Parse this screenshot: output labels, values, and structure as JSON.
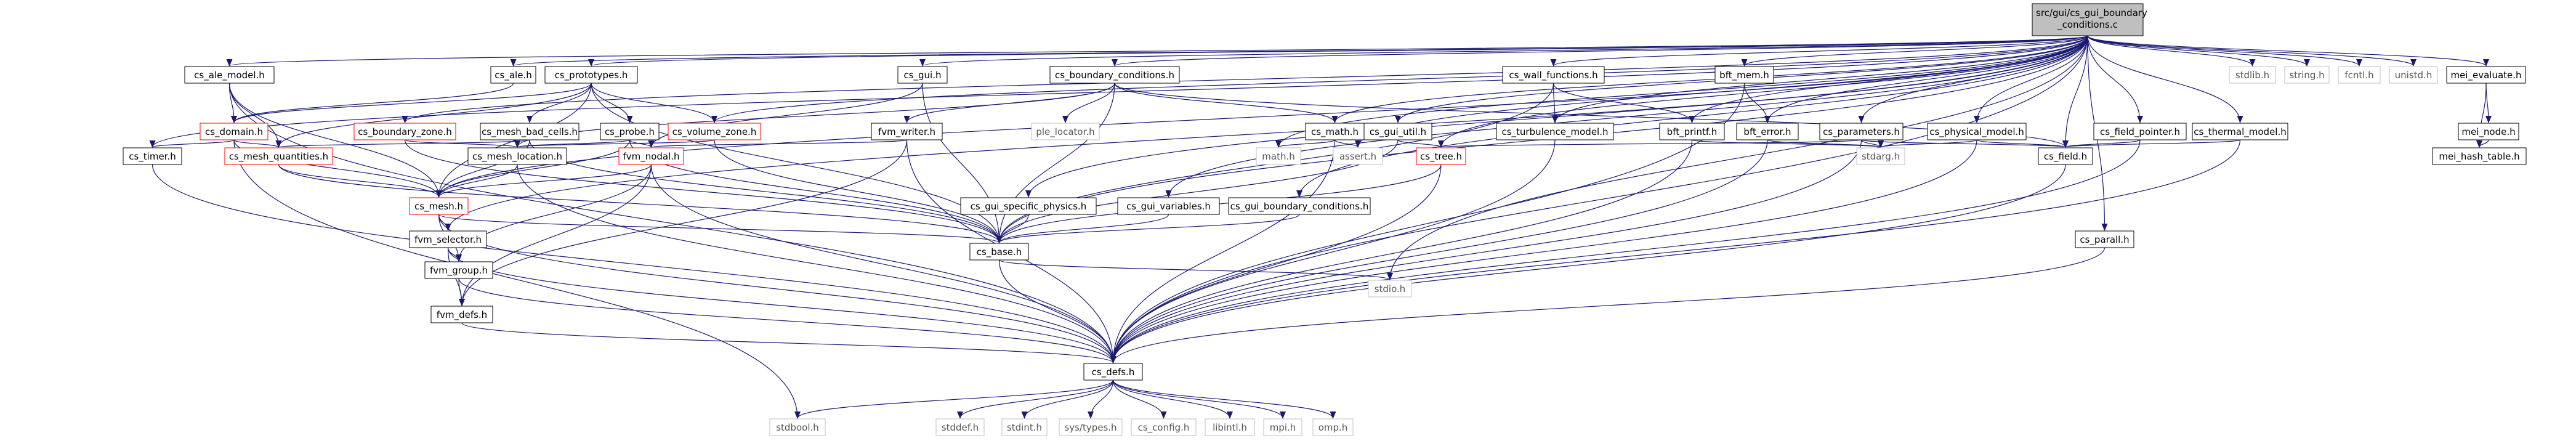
{
  "colors": {
    "edge": "#191970",
    "node_border": "#000000",
    "node_border_red": "#ff0000",
    "node_border_gray": "#bfbfbf",
    "node_fill": "#ffffff",
    "root_fill": "#bfbfbf"
  },
  "root": {
    "id": "root",
    "lines": [
      "src/gui/cs_gui_boundary",
      "_conditions.c"
    ]
  },
  "nodes": [
    {
      "id": "cs_ale_model",
      "label": "cs_ale_model.h",
      "style": "black"
    },
    {
      "id": "cs_ale",
      "label": "cs_ale.h",
      "style": "black"
    },
    {
      "id": "cs_prototypes",
      "label": "cs_prototypes.h",
      "style": "black"
    },
    {
      "id": "cs_gui",
      "label": "cs_gui.h",
      "style": "black"
    },
    {
      "id": "cs_boundary_conditions",
      "label": "cs_boundary_conditions.h",
      "style": "black"
    },
    {
      "id": "cs_wall_functions",
      "label": "cs_wall_functions.h",
      "style": "black"
    },
    {
      "id": "bft_mem",
      "label": "bft_mem.h",
      "style": "black"
    },
    {
      "id": "stdlib",
      "label": "stdlib.h",
      "style": "gray"
    },
    {
      "id": "string",
      "label": "string.h",
      "style": "gray"
    },
    {
      "id": "fcntl",
      "label": "fcntl.h",
      "style": "gray"
    },
    {
      "id": "unistd",
      "label": "unistd.h",
      "style": "gray"
    },
    {
      "id": "mei_evaluate",
      "label": "mei_evaluate.h",
      "style": "black"
    },
    {
      "id": "cs_domain",
      "label": "cs_domain.h",
      "style": "red"
    },
    {
      "id": "cs_boundary_zone",
      "label": "cs_boundary_zone.h",
      "style": "red"
    },
    {
      "id": "cs_mesh_bad_cells",
      "label": "cs_mesh_bad_cells.h",
      "style": "black"
    },
    {
      "id": "cs_probe",
      "label": "cs_probe.h",
      "style": "black"
    },
    {
      "id": "cs_volume_zone",
      "label": "cs_volume_zone.h",
      "style": "red"
    },
    {
      "id": "fvm_writer",
      "label": "fvm_writer.h",
      "style": "black"
    },
    {
      "id": "ple_locator",
      "label": "ple_locator.h",
      "style": "gray"
    },
    {
      "id": "cs_math",
      "label": "cs_math.h",
      "style": "black"
    },
    {
      "id": "cs_gui_util",
      "label": "cs_gui_util.h",
      "style": "black"
    },
    {
      "id": "cs_turbulence_model",
      "label": "cs_turbulence_model.h",
      "style": "black"
    },
    {
      "id": "bft_printf",
      "label": "bft_printf.h",
      "style": "black"
    },
    {
      "id": "bft_error",
      "label": "bft_error.h",
      "style": "black"
    },
    {
      "id": "cs_parameters",
      "label": "cs_parameters.h",
      "style": "black"
    },
    {
      "id": "cs_physical_model",
      "label": "cs_physical_model.h",
      "style": "black"
    },
    {
      "id": "cs_field_pointer",
      "label": "cs_field_pointer.h",
      "style": "black"
    },
    {
      "id": "cs_thermal_model",
      "label": "cs_thermal_model.h",
      "style": "black"
    },
    {
      "id": "mei_node",
      "label": "mei_node.h",
      "style": "black"
    },
    {
      "id": "mei_hash_table",
      "label": "mei_hash_table.h",
      "style": "black"
    },
    {
      "id": "cs_timer",
      "label": "cs_timer.h",
      "style": "black"
    },
    {
      "id": "cs_mesh_quantities",
      "label": "cs_mesh_quantities.h",
      "style": "red"
    },
    {
      "id": "cs_mesh_location",
      "label": "cs_mesh_location.h",
      "style": "black"
    },
    {
      "id": "fvm_nodal",
      "label": "fvm_nodal.h",
      "style": "red"
    },
    {
      "id": "math",
      "label": "math.h",
      "style": "gray"
    },
    {
      "id": "assert",
      "label": "assert.h",
      "style": "gray"
    },
    {
      "id": "cs_tree",
      "label": "cs_tree.h",
      "style": "red"
    },
    {
      "id": "stdarg",
      "label": "stdarg.h",
      "style": "gray"
    },
    {
      "id": "cs_field",
      "label": "cs_field.h",
      "style": "black"
    },
    {
      "id": "cs_mesh",
      "label": "cs_mesh.h",
      "style": "red"
    },
    {
      "id": "cs_gui_specific_physics",
      "label": "cs_gui_specific_physics.h",
      "style": "black"
    },
    {
      "id": "cs_gui_variables",
      "label": "cs_gui_variables.h",
      "style": "black"
    },
    {
      "id": "cs_gui_boundary_conditions",
      "label": "cs_gui_boundary_conditions.h",
      "style": "black"
    },
    {
      "id": "fvm_selector",
      "label": "fvm_selector.h",
      "style": "black"
    },
    {
      "id": "cs_base",
      "label": "cs_base.h",
      "style": "black"
    },
    {
      "id": "cs_parall",
      "label": "cs_parall.h",
      "style": "black"
    },
    {
      "id": "fvm_group",
      "label": "fvm_group.h",
      "style": "black"
    },
    {
      "id": "stdio",
      "label": "stdio.h",
      "style": "gray"
    },
    {
      "id": "fvm_defs",
      "label": "fvm_defs.h",
      "style": "black"
    },
    {
      "id": "cs_defs",
      "label": "cs_defs.h",
      "style": "black"
    },
    {
      "id": "stdbool",
      "label": "stdbool.h",
      "style": "gray"
    },
    {
      "id": "stddef",
      "label": "stddef.h",
      "style": "gray"
    },
    {
      "id": "stdint",
      "label": "stdint.h",
      "style": "gray"
    },
    {
      "id": "sys_types",
      "label": "sys/types.h",
      "style": "gray"
    },
    {
      "id": "cs_config",
      "label": "cs_config.h",
      "style": "gray"
    },
    {
      "id": "libintl",
      "label": "libintl.h",
      "style": "gray"
    },
    {
      "id": "mpi",
      "label": "mpi.h",
      "style": "gray"
    },
    {
      "id": "omp",
      "label": "omp.h",
      "style": "gray"
    }
  ],
  "edges": [
    [
      "root",
      "cs_ale_model"
    ],
    [
      "root",
      "cs_ale"
    ],
    [
      "root",
      "cs_prototypes"
    ],
    [
      "root",
      "cs_gui"
    ],
    [
      "root",
      "cs_boundary_conditions"
    ],
    [
      "root",
      "cs_wall_functions"
    ],
    [
      "root",
      "bft_mem"
    ],
    [
      "root",
      "stdlib"
    ],
    [
      "root",
      "string"
    ],
    [
      "root",
      "fcntl"
    ],
    [
      "root",
      "unistd"
    ],
    [
      "root",
      "mei_evaluate"
    ],
    [
      "root",
      "cs_boundary_zone"
    ],
    [
      "root",
      "cs_volume_zone"
    ],
    [
      "root",
      "cs_math"
    ],
    [
      "root",
      "cs_gui_util"
    ],
    [
      "root",
      "cs_turbulence_model"
    ],
    [
      "root",
      "bft_printf"
    ],
    [
      "root",
      "bft_error"
    ],
    [
      "root",
      "cs_parameters"
    ],
    [
      "root",
      "cs_physical_model"
    ],
    [
      "root",
      "cs_field_pointer"
    ],
    [
      "root",
      "cs_thermal_model"
    ],
    [
      "root",
      "cs_timer"
    ],
    [
      "root",
      "math"
    ],
    [
      "root",
      "assert"
    ],
    [
      "root",
      "cs_tree"
    ],
    [
      "root",
      "cs_field"
    ],
    [
      "root",
      "cs_mesh"
    ],
    [
      "root",
      "cs_gui_specific_physics"
    ],
    [
      "root",
      "cs_gui_variables"
    ],
    [
      "root",
      "cs_gui_boundary_conditions"
    ],
    [
      "root",
      "fvm_selector"
    ],
    [
      "root",
      "cs_base"
    ],
    [
      "root",
      "cs_parall"
    ],
    [
      "root",
      "stdio"
    ],
    [
      "root",
      "cs_defs"
    ],
    [
      "cs_ale_model",
      "cs_domain"
    ],
    [
      "cs_ale_model",
      "cs_mesh_quantities"
    ],
    [
      "cs_ale_model",
      "cs_mesh"
    ],
    [
      "cs_ale_model",
      "cs_defs"
    ],
    [
      "cs_ale",
      "cs_domain"
    ],
    [
      "cs_prototypes",
      "cs_domain"
    ],
    [
      "cs_prototypes",
      "cs_mesh_bad_cells"
    ],
    [
      "cs_prototypes",
      "cs_probe"
    ],
    [
      "cs_prototypes",
      "cs_volume_zone"
    ],
    [
      "cs_prototypes",
      "cs_mesh_quantities"
    ],
    [
      "cs_prototypes",
      "cs_mesh"
    ],
    [
      "cs_prototypes",
      "cs_base"
    ],
    [
      "cs_gui",
      "fvm_nodal"
    ],
    [
      "cs_gui",
      "cs_base"
    ],
    [
      "cs_boundary_conditions",
      "fvm_writer"
    ],
    [
      "cs_boundary_conditions",
      "ple_locator"
    ],
    [
      "cs_boundary_conditions",
      "cs_math"
    ],
    [
      "cs_boundary_conditions",
      "cs_mesh_location"
    ],
    [
      "cs_boundary_conditions",
      "cs_field"
    ],
    [
      "cs_boundary_conditions",
      "cs_base"
    ],
    [
      "cs_wall_functions",
      "cs_turbulence_model"
    ],
    [
      "cs_wall_functions",
      "bft_printf"
    ],
    [
      "cs_wall_functions",
      "cs_base"
    ],
    [
      "bft_mem",
      "bft_error"
    ],
    [
      "bft_mem",
      "cs_defs"
    ],
    [
      "mei_evaluate",
      "mei_node"
    ],
    [
      "mei_evaluate",
      "mei_hash_table"
    ],
    [
      "mei_node",
      "mei_hash_table"
    ],
    [
      "cs_domain",
      "cs_timer"
    ],
    [
      "cs_domain",
      "cs_mesh_quantities"
    ],
    [
      "cs_domain",
      "cs_mesh"
    ],
    [
      "cs_domain",
      "stdbool"
    ],
    [
      "cs_boundary_zone",
      "cs_mesh_location"
    ],
    [
      "cs_boundary_zone",
      "cs_base"
    ],
    [
      "cs_mesh_bad_cells",
      "cs_mesh_quantities"
    ],
    [
      "cs_mesh_bad_cells",
      "cs_mesh"
    ],
    [
      "cs_mesh_bad_cells",
      "cs_base"
    ],
    [
      "cs_probe",
      "cs_mesh_location"
    ],
    [
      "cs_probe",
      "fvm_nodal"
    ],
    [
      "cs_probe",
      "cs_mesh"
    ],
    [
      "cs_probe",
      "cs_base"
    ],
    [
      "cs_volume_zone",
      "cs_mesh_location"
    ],
    [
      "cs_volume_zone",
      "cs_base"
    ],
    [
      "fvm_writer",
      "fvm_nodal"
    ],
    [
      "fvm_writer",
      "fvm_defs"
    ],
    [
      "fvm_writer",
      "cs_defs"
    ],
    [
      "cs_math",
      "math"
    ],
    [
      "cs_math",
      "assert"
    ],
    [
      "cs_math",
      "cs_defs"
    ],
    [
      "cs_gui_util",
      "cs_tree"
    ],
    [
      "cs_gui_util",
      "cs_base"
    ],
    [
      "cs_turbulence_model",
      "cs_defs"
    ],
    [
      "bft_printf",
      "stdarg"
    ],
    [
      "bft_printf",
      "cs_defs"
    ],
    [
      "bft_error",
      "stdarg"
    ],
    [
      "bft_error",
      "cs_defs"
    ],
    [
      "cs_parameters",
      "cs_tree"
    ],
    [
      "cs_parameters",
      "stdarg"
    ],
    [
      "cs_parameters",
      "cs_field"
    ],
    [
      "cs_parameters",
      "cs_defs"
    ],
    [
      "cs_physical_model",
      "stdarg"
    ],
    [
      "cs_physical_model",
      "cs_field"
    ],
    [
      "cs_physical_model",
      "cs_defs"
    ],
    [
      "cs_field_pointer",
      "cs_field"
    ],
    [
      "cs_field_pointer",
      "cs_defs"
    ],
    [
      "cs_thermal_model",
      "cs_field"
    ],
    [
      "cs_thermal_model",
      "cs_defs"
    ],
    [
      "cs_timer",
      "cs_defs"
    ],
    [
      "cs_mesh_quantities",
      "cs_mesh"
    ],
    [
      "cs_mesh_quantities",
      "cs_base"
    ],
    [
      "cs_mesh_location",
      "cs_mesh"
    ],
    [
      "cs_mesh_location",
      "cs_defs"
    ],
    [
      "fvm_nodal",
      "cs_mesh"
    ],
    [
      "fvm_nodal",
      "fvm_group"
    ],
    [
      "fvm_nodal",
      "fvm_defs"
    ],
    [
      "fvm_nodal",
      "cs_defs"
    ],
    [
      "cs_tree",
      "cs_base"
    ],
    [
      "cs_tree",
      "cs_defs"
    ],
    [
      "cs_field",
      "cs_defs"
    ],
    [
      "cs_mesh",
      "fvm_selector"
    ],
    [
      "cs_mesh",
      "fvm_group"
    ],
    [
      "cs_mesh",
      "cs_base"
    ],
    [
      "cs_mesh",
      "cs_defs"
    ],
    [
      "cs_gui_specific_physics",
      "cs_base"
    ],
    [
      "cs_gui_variables",
      "cs_base"
    ],
    [
      "cs_gui_boundary_conditions",
      "cs_base"
    ],
    [
      "fvm_selector",
      "fvm_group"
    ],
    [
      "fvm_selector",
      "fvm_defs"
    ],
    [
      "fvm_selector",
      "cs_defs"
    ],
    [
      "cs_base",
      "stdio"
    ],
    [
      "cs_base",
      "cs_defs"
    ],
    [
      "cs_parall",
      "cs_defs"
    ],
    [
      "fvm_group",
      "fvm_defs"
    ],
    [
      "fvm_group",
      "cs_defs"
    ],
    [
      "fvm_defs",
      "cs_defs"
    ],
    [
      "cs_defs",
      "stdbool"
    ],
    [
      "cs_defs",
      "stddef"
    ],
    [
      "cs_defs",
      "stdint"
    ],
    [
      "cs_defs",
      "sys_types"
    ],
    [
      "cs_defs",
      "cs_config"
    ],
    [
      "cs_defs",
      "libintl"
    ],
    [
      "cs_defs",
      "mpi"
    ],
    [
      "cs_defs",
      "omp"
    ]
  ]
}
